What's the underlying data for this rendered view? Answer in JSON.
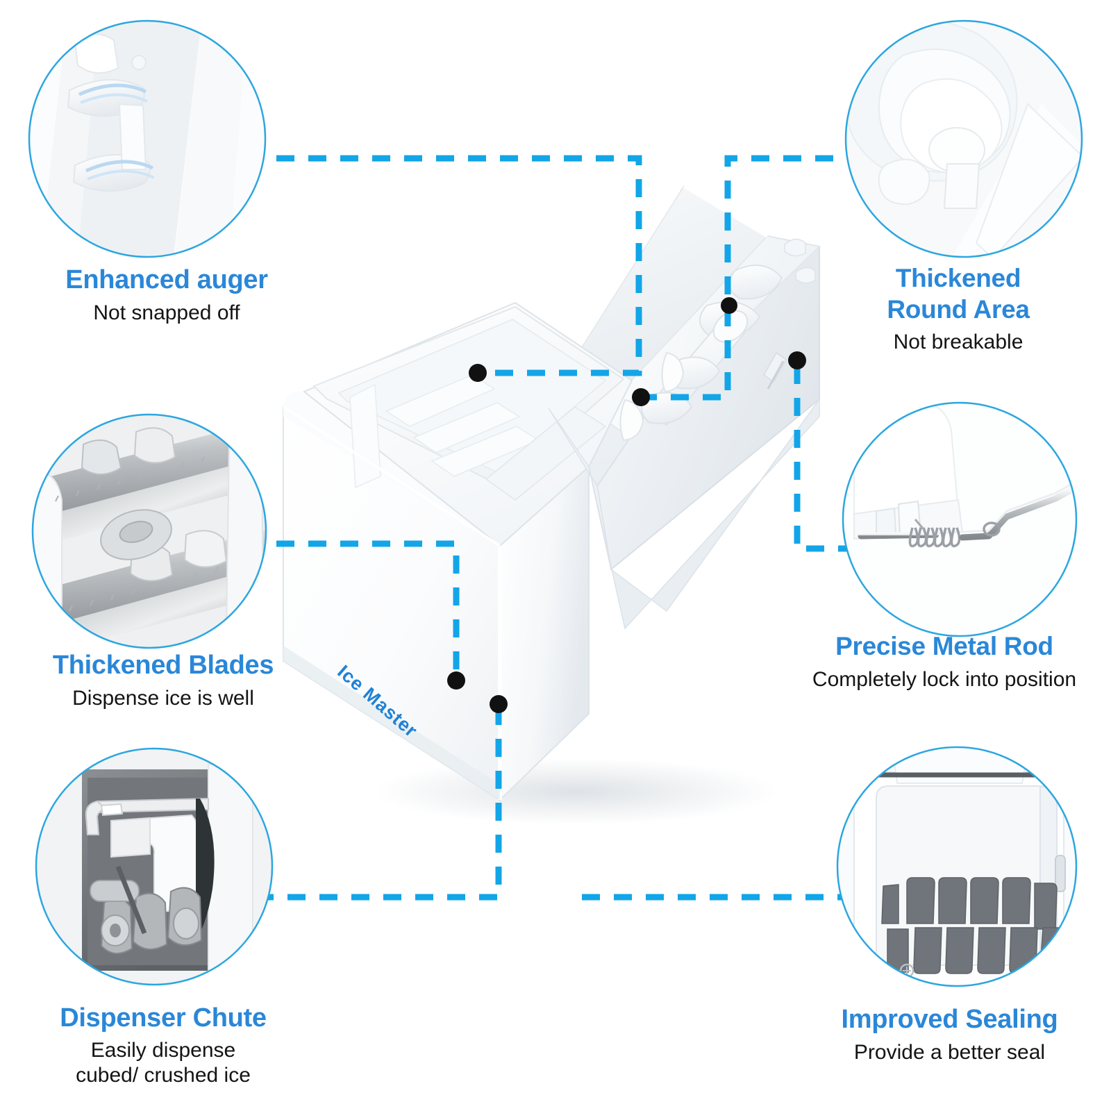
{
  "product": {
    "brand_label": "Ice Master",
    "accent_blue": "#2a87d8",
    "line_blue": "#12a5e8",
    "dot_color": "#111111"
  },
  "callouts": [
    {
      "id": "enhanced-auger",
      "title": "Enhanced auger",
      "subtitle": "Not snapped off",
      "circle_image": "white-plastic-auger-photo"
    },
    {
      "id": "thickened-round-area",
      "title": "Thickened\nRound Area",
      "subtitle": "Not breakable",
      "circle_image": "rounded-auger-hub-photo"
    },
    {
      "id": "thickened-blades",
      "title": "Thickened Blades",
      "subtitle": "Dispense ice is well",
      "circle_image": "metal-crusher-blades-photo"
    },
    {
      "id": "precise-metal-rod",
      "title": "Precise Metal Rod",
      "subtitle": "Completely lock into position",
      "circle_image": "bent-metal-rod-with-spring-photo"
    },
    {
      "id": "dispenser-chute",
      "title": "Dispenser Chute",
      "subtitle": "Easily dispense\ncubed/ crushed ice",
      "circle_image": "dispenser-chute-interior-photo"
    },
    {
      "id": "improved-sealing",
      "title": "Improved Sealing",
      "subtitle": "Provide a better seal",
      "circle_image": "ice-tray-seal-grid-photo"
    }
  ]
}
